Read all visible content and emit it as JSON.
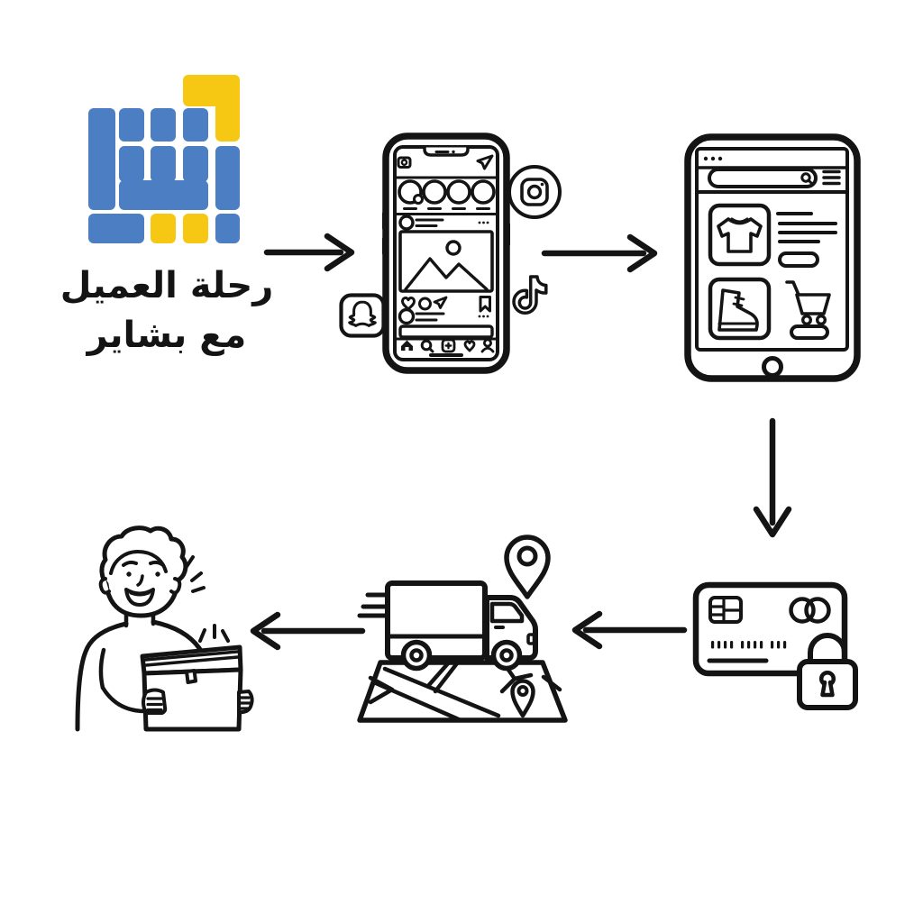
{
  "canvas": {
    "background": "#ffffff",
    "line_color": "#141414"
  },
  "brand": {
    "colors": {
      "blue": "#4b7ec2",
      "yellow": "#f6c713"
    },
    "title_line1": "رحلة العميل",
    "title_line2": "مع بشاير"
  },
  "diagram": {
    "type": "customer-journey-flow",
    "stages": [
      {
        "id": "brand-logo",
        "description": "brand logo mosaic with title"
      },
      {
        "id": "social-media-discovery",
        "icons": [
          "smartphone-social-feed",
          "instagram-icon",
          "tiktok-icon",
          "snapchat-icon"
        ]
      },
      {
        "id": "online-store-browsing",
        "icons": [
          "tablet-device",
          "search-bar",
          "tshirt-product",
          "boot-product",
          "shopping-cart-icon"
        ]
      },
      {
        "id": "secure-payment",
        "icons": [
          "credit-card-icon",
          "padlock-icon"
        ]
      },
      {
        "id": "delivery-tracking",
        "icons": [
          "delivery-truck-icon",
          "map-icon",
          "location-pin-icon",
          "location-pin-small-icon"
        ]
      },
      {
        "id": "customer-receives-package",
        "icons": [
          "happy-customer-illustration",
          "package-box-icon"
        ]
      }
    ],
    "arrows": [
      {
        "from": "brand-logo",
        "to": "social-media-discovery",
        "direction": "right"
      },
      {
        "from": "social-media-discovery",
        "to": "online-store-browsing",
        "direction": "right"
      },
      {
        "from": "online-store-browsing",
        "to": "secure-payment",
        "direction": "down"
      },
      {
        "from": "secure-payment",
        "to": "delivery-tracking",
        "direction": "left"
      },
      {
        "from": "delivery-tracking",
        "to": "customer-receives-package",
        "direction": "left"
      }
    ]
  }
}
